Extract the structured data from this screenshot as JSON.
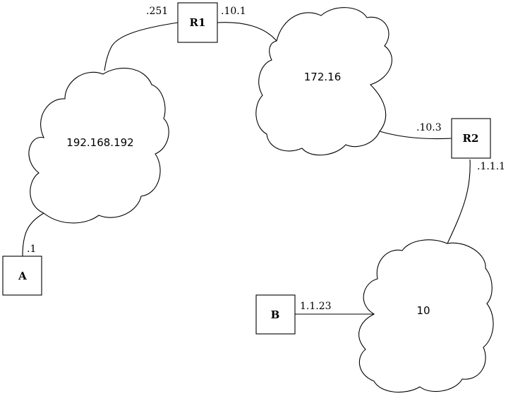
{
  "routers": {
    "r1": {
      "label": "R1"
    },
    "r2": {
      "label": "R2"
    }
  },
  "hosts": {
    "a": {
      "label": "A"
    },
    "b": {
      "label": "B"
    }
  },
  "networks": {
    "net_192": {
      "label": "192.168.192"
    },
    "net_172": {
      "label": "172.16"
    },
    "net_10": {
      "label": "10"
    }
  },
  "interfaces": {
    "r1_to_192": ".251",
    "r1_to_172": ".10.1",
    "r2_to_172": ".10.3",
    "r2_to_10": ".1.1.1",
    "a_to_192": ".1",
    "b_to_10": "1.1.23"
  }
}
